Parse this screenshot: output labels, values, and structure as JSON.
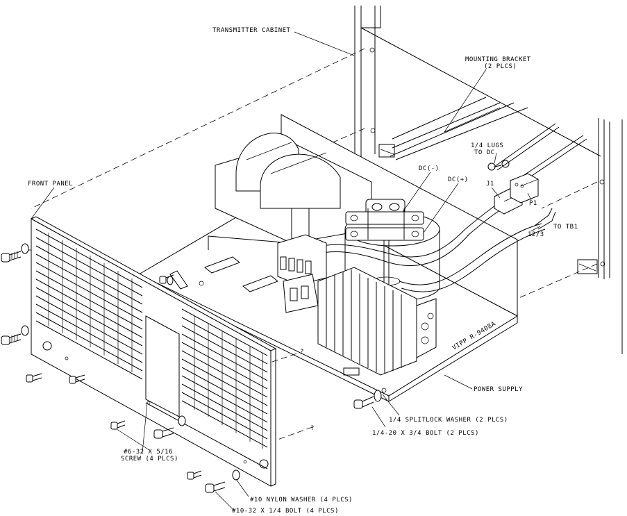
{
  "labels": {
    "transmitter_cabinet": "TRANSMITTER CABINET",
    "mounting_bracket_1": "MOUNTING BRACKET",
    "mounting_bracket_2": "(2 PLCS)",
    "lugs_1": "1/4 LUGS",
    "lugs_2": "TO DC",
    "dc_minus": "DC(-)",
    "dc_plus": "DC(+)",
    "j1": "J1",
    "p1": "P1",
    "to_tb1": "TO TB1",
    "wire_12_3": "12/3",
    "front_panel": "FRONT PANEL",
    "vendor_label": "VIPP R-9408A",
    "power_supply": "POWER SUPPLY",
    "splitlock_washer": "1/4 SPLITLOCK WASHER (2 PLCS)",
    "bolt_14_20": "1/4-20 X 3/4 BOLT (2 PLCS)",
    "screw_1": "#6-32 X 5/16",
    "screw_2": "SCREW (4 PLCS)",
    "nylon_washer": "#10 NYLON WASHER (4 PLCS)",
    "bolt_10_32": "#10-32 X 1/4 BOLT (4 PLCS)",
    "question_1": "?",
    "question_2": "?"
  }
}
